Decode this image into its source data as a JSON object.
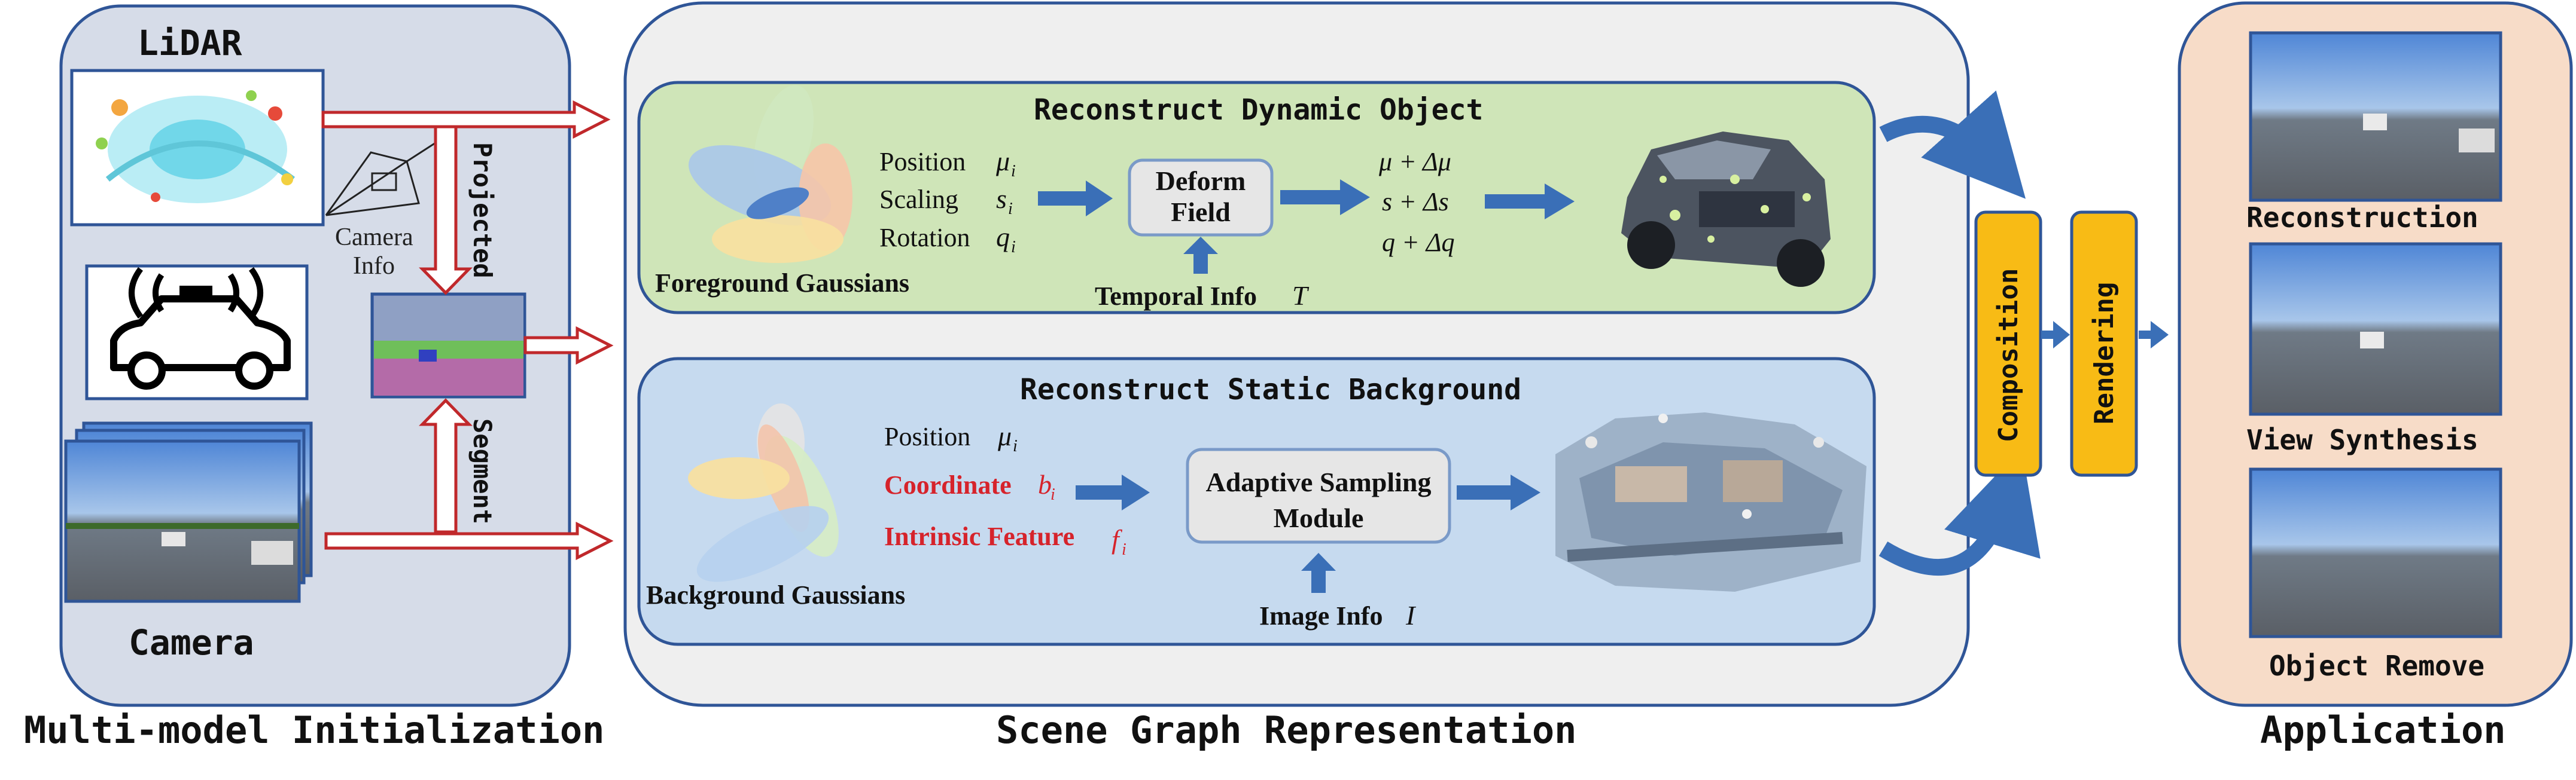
{
  "sections": {
    "init": "Multi-model Initialization",
    "scene": "Scene Graph Representation",
    "app": "Application"
  },
  "init": {
    "lidar": "LiDAR",
    "camera": "Camera",
    "camera_info_1": "Camera",
    "camera_info_2": "Info",
    "projected": "Projected",
    "segment": "Segment"
  },
  "dynamic": {
    "title": "Reconstruct Dynamic Object",
    "gaussians": "Foreground Gaussians",
    "p1": "Position",
    "p2": "Scaling",
    "p3": "Rotation",
    "s1": "μ",
    "s2": "s",
    "s3": "q",
    "sub": "i",
    "deform_1": "Deform",
    "deform_2": "Field",
    "temporal": "Temporal Info",
    "temporal_sym": "T",
    "o1": "μ + Δμ",
    "o2": "s + Δs",
    "o3": "q + Δq"
  },
  "static": {
    "title": "Reconstruct Static Background",
    "gaussians": "Background Gaussians",
    "p1": "Position",
    "p2": "Coordinate",
    "p3": "Intrinsic Feature",
    "s1": "μ",
    "s2": "b",
    "s3": "f",
    "sub": "i",
    "module_1": "Adaptive Sampling",
    "module_2": "Module",
    "image_info": "Image Info",
    "image_sym": "I"
  },
  "pipeline": {
    "composition": "Composition",
    "rendering": "Rendering"
  },
  "application": {
    "a1": "Reconstruction",
    "a2": "View Synthesis",
    "a3": "Object Remove"
  },
  "colors": {
    "left_panel": "#d6dce8",
    "mid_panel": "#efefef",
    "right_panel": "#f7dcc8",
    "green_box": "#cfe5b8",
    "blue_box": "#c6daef",
    "accent_arrow": "#3a6fb7",
    "red_arrow": "#c0282b",
    "gold": "#f8bb15",
    "red_text": "#d6232b"
  }
}
